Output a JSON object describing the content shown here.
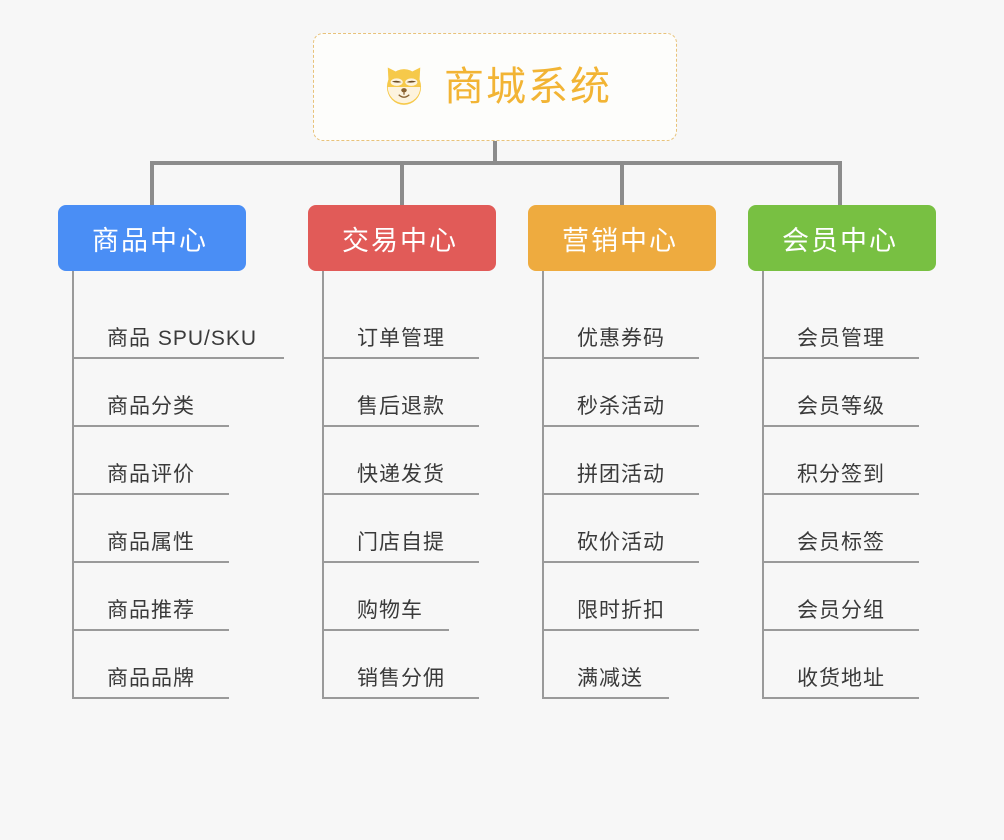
{
  "canvas": {
    "background": "#f7f7f7",
    "connector_color": "#8c8c8c"
  },
  "root": {
    "title": "商城系统",
    "icon": "shiba-dog-face-icon",
    "title_color": "#f2b434",
    "border_color": "#e8c27a",
    "background": "#fdfdfb"
  },
  "branches": [
    {
      "label": "商品中心",
      "color": "#4a8ef5",
      "items": [
        {
          "label": "商品 SPU/SKU",
          "width": "wide"
        },
        {
          "label": "商品分类",
          "width": "normal"
        },
        {
          "label": "商品评价",
          "width": "normal"
        },
        {
          "label": "商品属性",
          "width": "normal"
        },
        {
          "label": "商品推荐",
          "width": "normal"
        },
        {
          "label": "商品品牌",
          "width": "normal"
        }
      ]
    },
    {
      "label": "交易中心",
      "color": "#e15b58",
      "items": [
        {
          "label": "订单管理",
          "width": "normal"
        },
        {
          "label": "售后退款",
          "width": "normal"
        },
        {
          "label": "快递发货",
          "width": "normal"
        },
        {
          "label": "门店自提",
          "width": "normal"
        },
        {
          "label": "购物车",
          "width": "narrow"
        },
        {
          "label": "销售分佣",
          "width": "normal"
        }
      ]
    },
    {
      "label": "营销中心",
      "color": "#eeab3f",
      "items": [
        {
          "label": "优惠券码",
          "width": "normal"
        },
        {
          "label": "秒杀活动",
          "width": "normal"
        },
        {
          "label": "拼团活动",
          "width": "normal"
        },
        {
          "label": "砍价活动",
          "width": "normal"
        },
        {
          "label": "限时折扣",
          "width": "normal"
        },
        {
          "label": "满减送",
          "width": "narrow"
        }
      ]
    },
    {
      "label": "会员中心",
      "color": "#78c042",
      "items": [
        {
          "label": "会员管理",
          "width": "normal"
        },
        {
          "label": "会员等级",
          "width": "normal"
        },
        {
          "label": "积分签到",
          "width": "normal"
        },
        {
          "label": "会员标签",
          "width": "normal"
        },
        {
          "label": "会员分组",
          "width": "normal"
        },
        {
          "label": "收货地址",
          "width": "normal"
        }
      ]
    }
  ]
}
